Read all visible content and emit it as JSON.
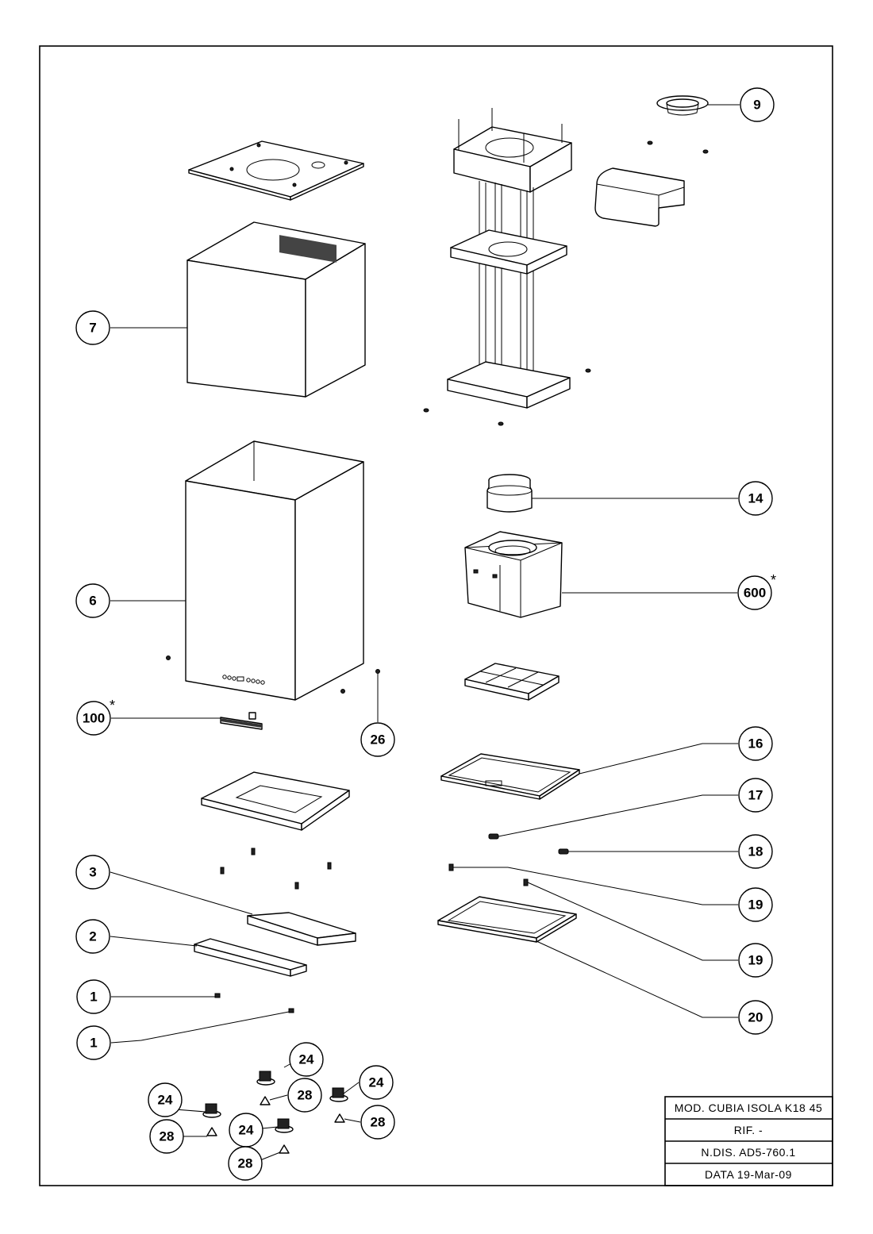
{
  "callouts": [
    {
      "id": "c9",
      "label": "9",
      "asterisk": false
    },
    {
      "id": "c7",
      "label": "7",
      "asterisk": false
    },
    {
      "id": "c14",
      "label": "14",
      "asterisk": false
    },
    {
      "id": "c600",
      "label": "600",
      "asterisk": true
    },
    {
      "id": "c6",
      "label": "6",
      "asterisk": false
    },
    {
      "id": "c100",
      "label": "100",
      "asterisk": true
    },
    {
      "id": "c26",
      "label": "26",
      "asterisk": false
    },
    {
      "id": "c16",
      "label": "16",
      "asterisk": false
    },
    {
      "id": "c17",
      "label": "17",
      "asterisk": false
    },
    {
      "id": "c18",
      "label": "18",
      "asterisk": false
    },
    {
      "id": "c3",
      "label": "3",
      "asterisk": false
    },
    {
      "id": "c19a",
      "label": "19",
      "asterisk": false
    },
    {
      "id": "c19b",
      "label": "19",
      "asterisk": false
    },
    {
      "id": "c2",
      "label": "2",
      "asterisk": false
    },
    {
      "id": "c20",
      "label": "20",
      "asterisk": false
    },
    {
      "id": "c1a",
      "label": "1",
      "asterisk": false
    },
    {
      "id": "c1b",
      "label": "1",
      "asterisk": false
    },
    {
      "id": "c24a",
      "label": "24",
      "asterisk": false
    },
    {
      "id": "c24b",
      "label": "24",
      "asterisk": false
    },
    {
      "id": "c24c",
      "label": "24",
      "asterisk": false
    },
    {
      "id": "c24d",
      "label": "24",
      "asterisk": false
    },
    {
      "id": "c28a",
      "label": "28",
      "asterisk": false
    },
    {
      "id": "c28b",
      "label": "28",
      "asterisk": false
    },
    {
      "id": "c28c",
      "label": "28",
      "asterisk": false
    },
    {
      "id": "c28d",
      "label": "28",
      "asterisk": false
    }
  ],
  "asterisk_symbol": "*",
  "title_block": {
    "model": "MOD. CUBIA ISOLA K18 45",
    "reference": "RIF. -",
    "drawing_number": "N.DIS. AD5-760.1",
    "date": "DATA 19-Mar-09"
  }
}
